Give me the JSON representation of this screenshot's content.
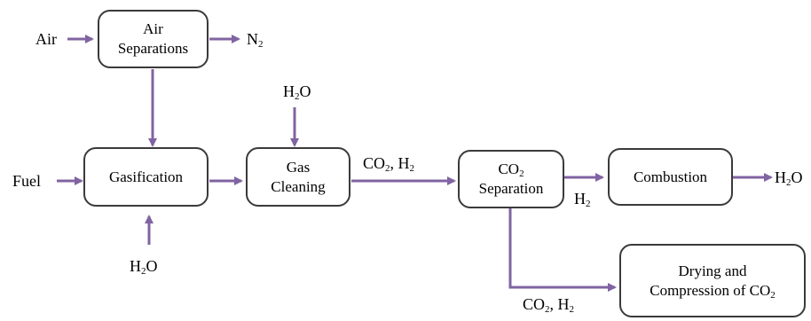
{
  "boxes": {
    "air_separation": {
      "line1": "Air",
      "line2": "Separations"
    },
    "gasification": {
      "label": "Gasification"
    },
    "gas_cleaning": {
      "line1": "Gas",
      "line2": "Cleaning"
    },
    "co2_separation": {
      "line1_base": "CO",
      "line1_sub": "2",
      "line2": "Separation"
    },
    "combustion": {
      "label": "Combustion"
    },
    "drying": {
      "line1": "Drying and",
      "line2_base": "Compression of CO",
      "line2_sub": "2"
    }
  },
  "labels": {
    "air_in": "Air",
    "n2_out": {
      "base": "N",
      "sub": "2"
    },
    "fuel_in": "Fuel",
    "h2o_gas_cleaning": {
      "base1": "H",
      "sub": "2",
      "base2": "O"
    },
    "h2o_gasification": {
      "base1": "H",
      "sub": "2",
      "base2": "O"
    },
    "co2_h2_stream": {
      "a": "CO",
      "a_sub": "2",
      "sep": ", H",
      "b_sub": "2"
    },
    "h2_stream": {
      "base": "H",
      "sub": "2"
    },
    "h2o_out": {
      "base1": "H",
      "sub": "2",
      "base2": "O"
    },
    "co2_h2_bottom": {
      "a": "CO",
      "a_sub": "2",
      "sep": ", H",
      "b_sub": "2"
    }
  },
  "colors": {
    "arrow": "#8064a2",
    "box_border": "#3a3a3a"
  }
}
